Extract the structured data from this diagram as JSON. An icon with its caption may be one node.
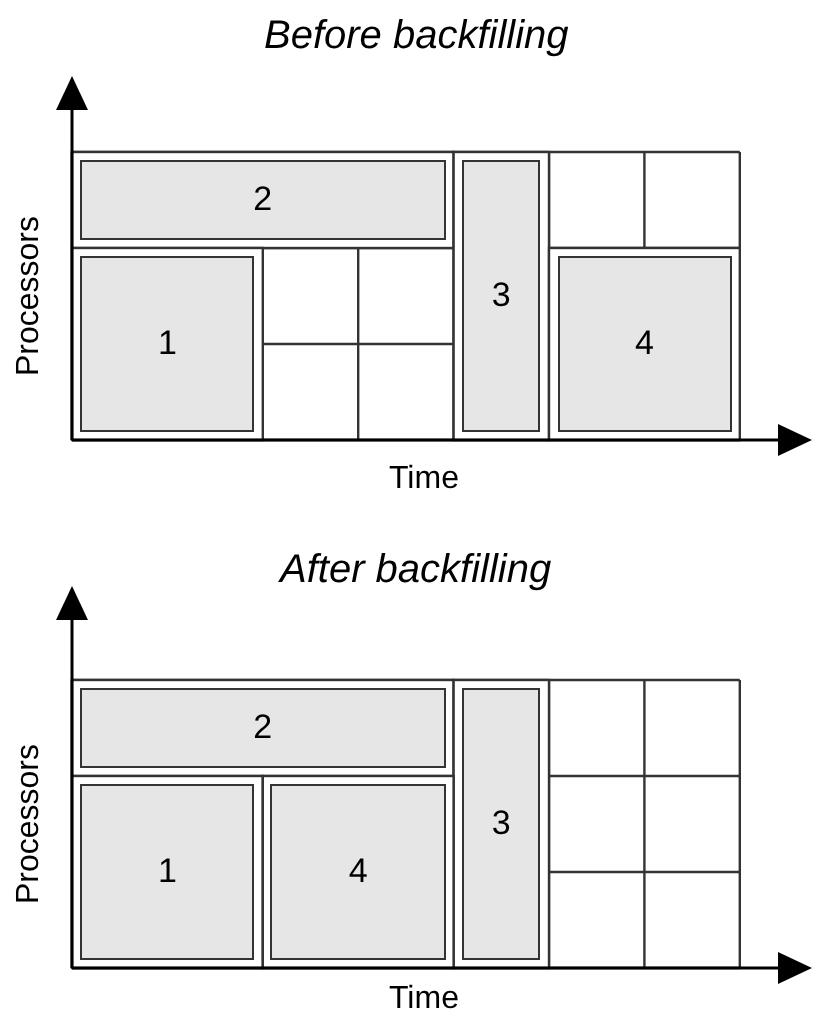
{
  "diagram": {
    "nodes": [
      {
        "text": [
          "2"
        ]
      },
      {
        "text": [
          "3"
        ]
      },
      {
        "text": [
          "1"
        ]
      },
      {
        "text": [
          "4"
        ]
      },
      {
        "text": [
          "2"
        ]
      },
      {
        "text": [
          "3"
        ]
      },
      {
        "text": [
          "1"
        ]
      },
      {
        "text": [
          "4"
        ]
      }
    ],
    "labels": [
      "Before backfilling",
      "Processors",
      "Time",
      "After backfilling",
      "Processors",
      "Time"
    ]
  }
}
